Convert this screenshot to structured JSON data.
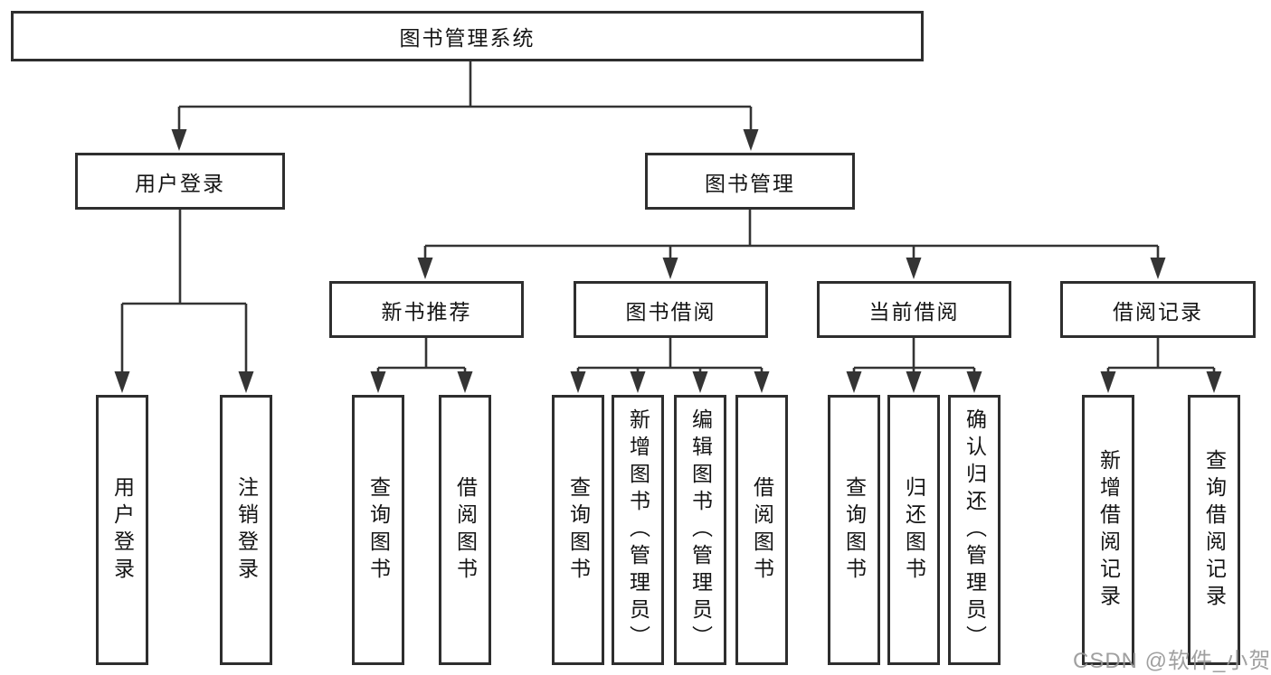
{
  "diagram": {
    "type": "tree",
    "tree": {
      "label": "图书管理系统",
      "children": [
        {
          "label": "用户登录",
          "children": [
            {
              "label": "用户登录"
            },
            {
              "label": "注销登录"
            }
          ]
        },
        {
          "label": "图书管理",
          "children": [
            {
              "label": "新书推荐",
              "children": [
                {
                  "label": "查询图书"
                },
                {
                  "label": "借阅图书"
                }
              ]
            },
            {
              "label": "图书借阅",
              "children": [
                {
                  "label": "查询图书"
                },
                {
                  "label": "新增图书（管理员）"
                },
                {
                  "label": "编辑图书（管理员）"
                },
                {
                  "label": "借阅图书"
                }
              ]
            },
            {
              "label": "当前借阅",
              "children": [
                {
                  "label": "查询图书"
                },
                {
                  "label": "归还图书"
                },
                {
                  "label": "确认归还（管理员）"
                }
              ]
            },
            {
              "label": "借阅记录",
              "children": [
                {
                  "label": "新增借阅记录"
                },
                {
                  "label": "查询借阅记录"
                }
              ]
            }
          ]
        }
      ]
    },
    "colors": {
      "background": "#ffffff",
      "box_border": "#2e2e2e",
      "box_fill": "#ffffff",
      "line": "#343434",
      "text": "#141414",
      "watermark": "#969696"
    }
  },
  "watermark": {
    "text": "CSDN @软件_小贺同学"
  }
}
